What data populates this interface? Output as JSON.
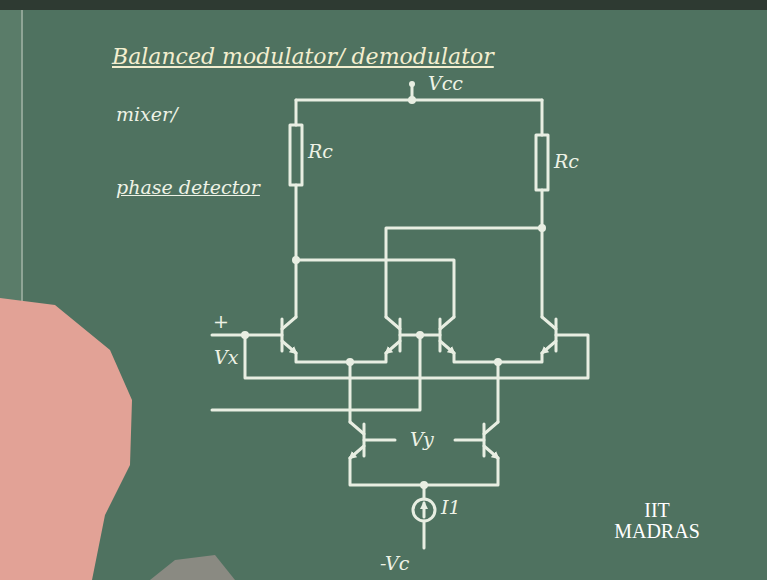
{
  "diagram": {
    "title": "Balanced modulator/ demodulator",
    "labels": [
      "mixer/",
      "phase detector",
      "Vcc",
      "Rc",
      "Rc",
      "+",
      "Vx",
      "Vy",
      "I1",
      "-Vc",
      "IIT MADRAS"
    ]
  }
}
